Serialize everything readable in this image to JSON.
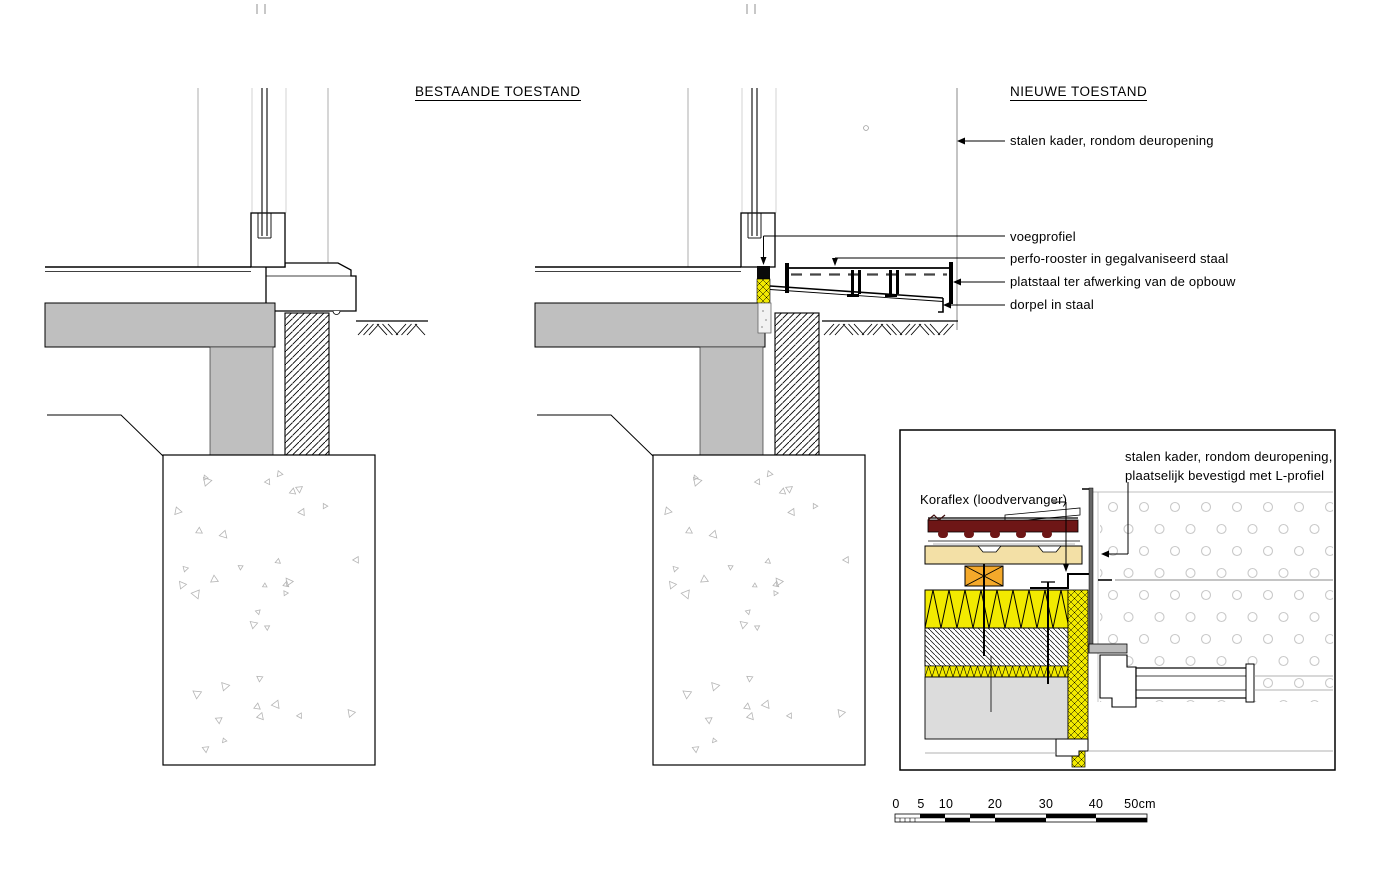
{
  "left_drawing": {
    "title": "BESTAANDE TOESTAND"
  },
  "right_drawing": {
    "title": "NIEUWE TOESTAND",
    "annotations": [
      {
        "label": "stalen kader, rondom deuropening"
      },
      {
        "label": "voegprofiel"
      },
      {
        "label": "perfo-rooster in gegalvaniseerd staal"
      },
      {
        "label": "platstaal ter afwerking van de opbouw"
      },
      {
        "label": "dorpel in staal"
      }
    ]
  },
  "detail_inset": {
    "steel_frame_label_line1": "stalen kader, rondom deuropening,",
    "steel_frame_label_line2": "plaatselijk bevestigd met L-profiel",
    "koraflex_label": "Koraflex (loodvervanger)"
  },
  "scale_bar": {
    "labels": [
      "0",
      "5",
      "10",
      "20",
      "30",
      "40",
      "50cm"
    ]
  },
  "colors": {
    "masonry_gray": "#bfbfbf",
    "insulation_yellow": "#f2ea00",
    "roof_maroon": "#6e1616",
    "wood_tan": "#f3e0a6",
    "blocking_orange": "#f4a92a",
    "concrete_gray": "#dcdcdc"
  }
}
